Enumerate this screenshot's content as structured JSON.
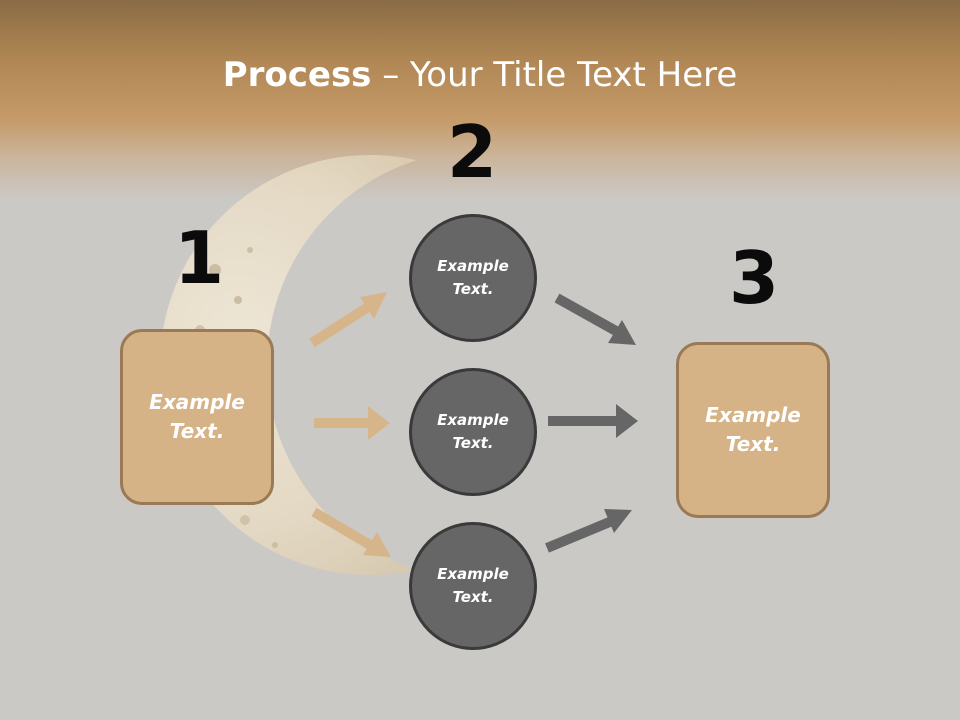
{
  "slide": {
    "title_bold": "Process",
    "title_rest": " – Your Title Text Here"
  },
  "steps": {
    "step1_number": "1",
    "step2_number": "2",
    "step3_number": "3"
  },
  "nodes": {
    "left_box": "Example Text.",
    "circle_top": "Example Text.",
    "circle_middle": "Example Text.",
    "circle_bottom": "Example Text.",
    "right_box": "Example Text."
  },
  "colors": {
    "box_fill": "#d6b386",
    "box_border": "#9a7a55",
    "circle_fill": "#666666",
    "circle_border": "#3a3a3a",
    "tan_arrow": "#d7b58a",
    "gray_arrow": "#666666",
    "header_brown": "#b08754"
  },
  "icons": {
    "background": "crescent-moon-icon"
  }
}
